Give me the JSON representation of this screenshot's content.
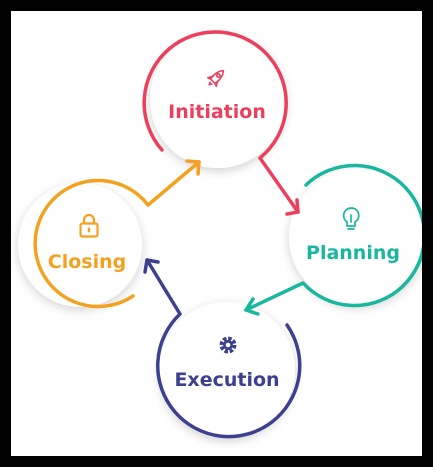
{
  "stages": [
    {
      "id": "initiation",
      "label": "Initiation",
      "icon": "rocket-icon",
      "color": "#ec3f5c"
    },
    {
      "id": "planning",
      "label": "Planning",
      "icon": "lightbulb-icon",
      "color": "#19b7a0"
    },
    {
      "id": "execution",
      "label": "Execution",
      "icon": "gear-icon",
      "color": "#3d3f8f"
    },
    {
      "id": "closing",
      "label": "Closing",
      "icon": "lock-icon",
      "color": "#f4a11f"
    }
  ]
}
